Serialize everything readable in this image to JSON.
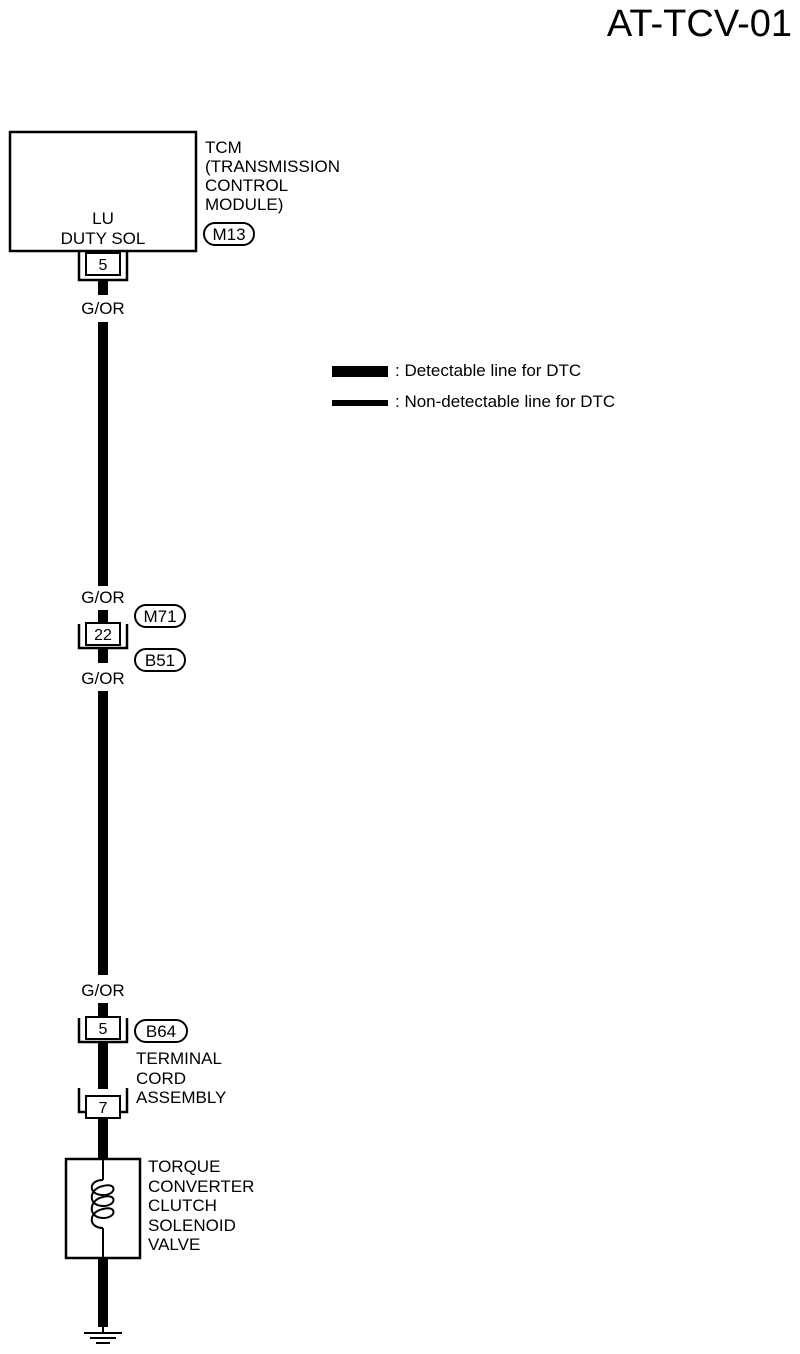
{
  "page": {
    "code": "AT-TCV-01"
  },
  "tcm": {
    "name_lines": [
      "TCM",
      "(TRANSMISSION",
      "CONTROL",
      "MODULE)"
    ],
    "inner_lines": [
      "LU",
      "DUTY SOL"
    ],
    "connector": "M13",
    "terminal": "5"
  },
  "wires": {
    "color": "G/OR"
  },
  "joint_connector": {
    "terminal": "22",
    "upper_connector": "M71",
    "lower_connector": "B51"
  },
  "solenoid_connector": {
    "terminal": "5",
    "connector": "B64"
  },
  "terminal_cord": {
    "name_lines": [
      "TERMINAL",
      "CORD",
      "ASSEMBLY"
    ],
    "terminal": "7"
  },
  "solenoid": {
    "name_lines": [
      "TORQUE",
      "CONVERTER",
      "CLUTCH",
      "SOLENOID",
      "VALVE"
    ]
  },
  "legend": {
    "detectable": ": Detectable line for DTC",
    "non_detectable": ": Non-detectable line for DTC"
  }
}
